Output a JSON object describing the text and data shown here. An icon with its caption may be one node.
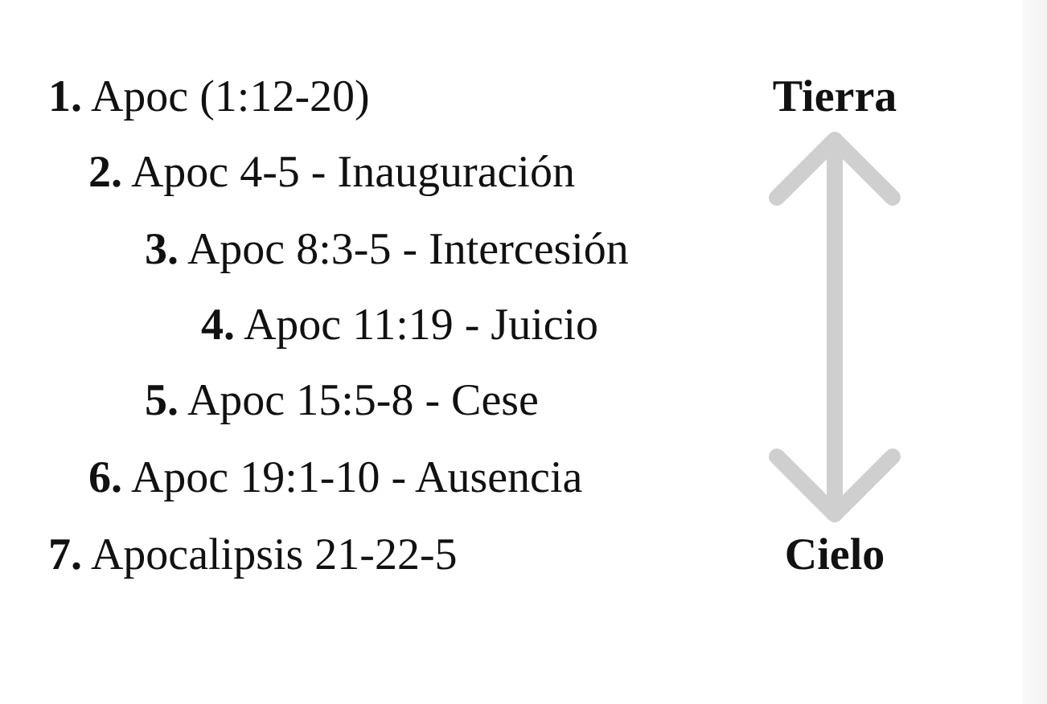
{
  "diagram": {
    "nodes": [
      {
        "text": [
          "Tierra"
        ]
      },
      {
        "text": [
          "Cielo"
        ]
      }
    ],
    "edges": [
      {
        "from": 0,
        "to": 1,
        "arrow": "both"
      }
    ],
    "labels": [
      "**1.** Apoc (1:12-20)",
      "**2.** Apoc 4-5 - Inauguración",
      "**3.** Apoc 8:3-5 - Intercesión",
      "**4.** Apoc 11:19 - Juicio",
      "**5.** Apoc 15:5-8 - Cese",
      "**6.** Apoc 19:1-10 - Ausencia",
      "**7.** Apocalipsis 21-22-5"
    ]
  }
}
